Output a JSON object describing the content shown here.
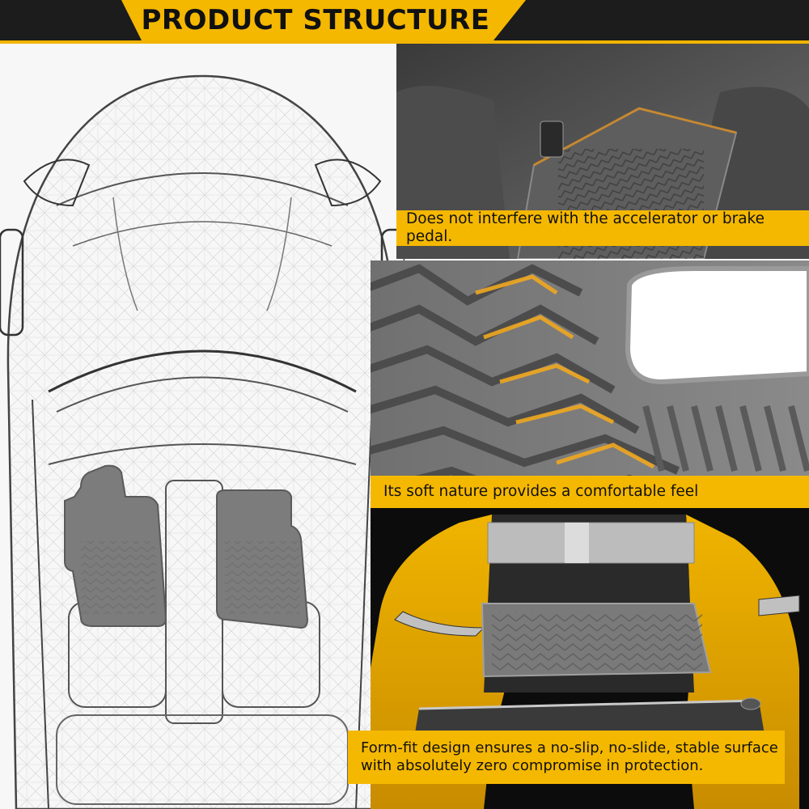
{
  "header": {
    "title": "PRODUCT STRUCTURE",
    "accent_color": "#f5b800",
    "bar_color": "#1c1c1c"
  },
  "left_panel": {
    "illustration": "car-wireframe-top-view-with-floor-mats"
  },
  "panels": [
    {
      "image": "pedal-area-photo",
      "caption": "Does not interfere with the accelerator or brake pedal."
    },
    {
      "image": "mat-texture-closeup",
      "caption": "Its soft nature provides a comfortable feel"
    },
    {
      "image": "suv-cargo-liner-photo",
      "caption_line1": "Form-fit design ensures a no-slip, no-slide, stable surface",
      "caption_line2": "with absolutely zero compromise in protection."
    }
  ]
}
